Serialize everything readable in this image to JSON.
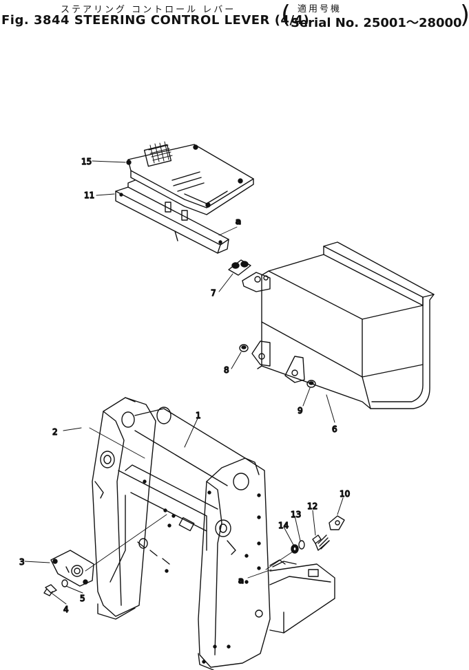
{
  "header": {
    "jp_title": "ステアリング コントロール レバー",
    "fig_title": "Fig. 3844 STEERING CONTROL LEVER (4/4)",
    "serial_jp": "適用号機",
    "serial_range": "Serial No. 25001～28000"
  },
  "callouts": {
    "c1": "1",
    "c2": "2",
    "c3": "3",
    "c4": "4",
    "c5": "5",
    "c6": "6",
    "c7": "7",
    "c8": "8",
    "c9": "9",
    "c10": "10",
    "c11": "11",
    "c12": "12",
    "c13": "13",
    "c14": "14",
    "c15": "15",
    "a_top": "a",
    "a_bottom": "a"
  }
}
